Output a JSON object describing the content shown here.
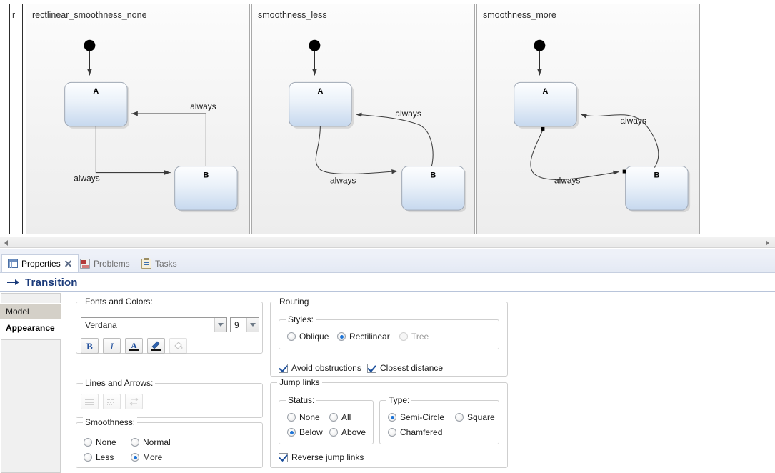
{
  "editor": {
    "clipped_panel": {
      "title": "r"
    },
    "panels": [
      {
        "title": "rectlinear_smoothness_none",
        "states": [
          {
            "name": "A"
          },
          {
            "name": "B"
          }
        ],
        "transitions": [
          {
            "label": "always"
          },
          {
            "label": "always"
          }
        ]
      },
      {
        "title": "smoothness_less",
        "states": [
          {
            "name": "A"
          },
          {
            "name": "B"
          }
        ],
        "transitions": [
          {
            "label": "always"
          },
          {
            "label": "always"
          }
        ]
      },
      {
        "title": "smoothness_more",
        "states": [
          {
            "name": "A"
          },
          {
            "name": "B"
          }
        ],
        "transitions": [
          {
            "label": "always"
          },
          {
            "label": "always"
          }
        ]
      }
    ],
    "scrollbar": {
      "left_arrow": "scroll-left-icon",
      "right_arrow": "scroll-right-icon"
    }
  },
  "view_tabs": [
    {
      "label": "Properties",
      "icon": "properties-icon",
      "active": true,
      "close_icon": "close-icon"
    },
    {
      "label": "Problems",
      "icon": "problems-icon",
      "active": false
    },
    {
      "label": "Tasks",
      "icon": "tasks-icon",
      "active": false
    }
  ],
  "form": {
    "title": "Transition",
    "title_icon": "transition-arrow-icon",
    "tabs": [
      {
        "label": "Model",
        "selected": false
      },
      {
        "label": "Appearance",
        "selected": true
      }
    ]
  },
  "fonts_and_colors": {
    "group_label": "Fonts and Colors:",
    "font_family": "Verdana",
    "font_size": "9",
    "buttons": [
      {
        "name": "bold-button",
        "glyph": "B"
      },
      {
        "name": "italic-button",
        "glyph": "I"
      },
      {
        "name": "font-color-button",
        "glyph": "A"
      },
      {
        "name": "line-color-button",
        "glyph": "pen"
      },
      {
        "name": "fill-color-button",
        "glyph": "bucket"
      }
    ]
  },
  "lines_and_arrows": {
    "group_label": "Lines and Arrows:",
    "buttons": [
      {
        "name": "line-style-button"
      },
      {
        "name": "line-type-button"
      },
      {
        "name": "arrow-type-button"
      }
    ]
  },
  "smoothness": {
    "group_label": "Smoothness:",
    "options": [
      {
        "label": "None",
        "selected": false
      },
      {
        "label": "Normal",
        "selected": false
      },
      {
        "label": "Less",
        "selected": false
      },
      {
        "label": "More",
        "selected": true
      }
    ]
  },
  "routing": {
    "group_label": "Routing",
    "styles_label": "Styles:",
    "styles": [
      {
        "label": "Oblique",
        "selected": false,
        "disabled": false
      },
      {
        "label": "Rectilinear",
        "selected": true,
        "disabled": false
      },
      {
        "label": "Tree",
        "selected": false,
        "disabled": true
      }
    ],
    "checks": [
      {
        "label": "Avoid obstructions",
        "checked": true
      },
      {
        "label": "Closest distance",
        "checked": true
      }
    ]
  },
  "jump_links": {
    "group_label": "Jump links",
    "status_label": "Status:",
    "status": [
      {
        "label": "None",
        "selected": false
      },
      {
        "label": "All",
        "selected": false
      },
      {
        "label": "Below",
        "selected": true
      },
      {
        "label": "Above",
        "selected": false
      }
    ],
    "type_label": "Type:",
    "types": [
      {
        "label": "Semi-Circle",
        "selected": true
      },
      {
        "label": "Square",
        "selected": false
      },
      {
        "label": "Chamfered",
        "selected": false
      }
    ],
    "reverse": {
      "label": "Reverse jump links",
      "checked": true
    }
  },
  "colors": {
    "accent": "#1a3a7a",
    "state_fill_top": "#fdfefe",
    "state_fill_bottom": "#c8d9ef",
    "selected_radio": "#1e74d6"
  }
}
